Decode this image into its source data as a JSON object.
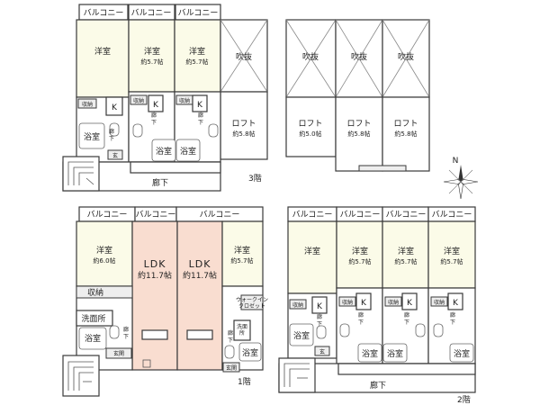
{
  "labels": {
    "balcony": "バルコニー",
    "western": "洋室",
    "size_57": "約5.7帖",
    "size_60": "約6.0帖",
    "size_50": "約5.0帖",
    "size_58": "約5.8帖",
    "size_117": "約11.7帖",
    "void": "吹抜",
    "loft": "ロフト",
    "bath": "浴室",
    "kitchen": "K",
    "ldk": "LDK",
    "storage": "収納",
    "corridor": "廊下",
    "corridor_v": "廊\n下",
    "entrance": "玄関",
    "washroom": "洗面所",
    "walkin": "ウォークイン\nクロゼット",
    "north": "N"
  },
  "floors": {
    "f3": "3階",
    "f2": "2階",
    "f1": "1階"
  },
  "colors": {
    "western_room": "#fbfbe8",
    "ldk_room": "#f9ddd0",
    "wall": "#3a3a3a"
  }
}
